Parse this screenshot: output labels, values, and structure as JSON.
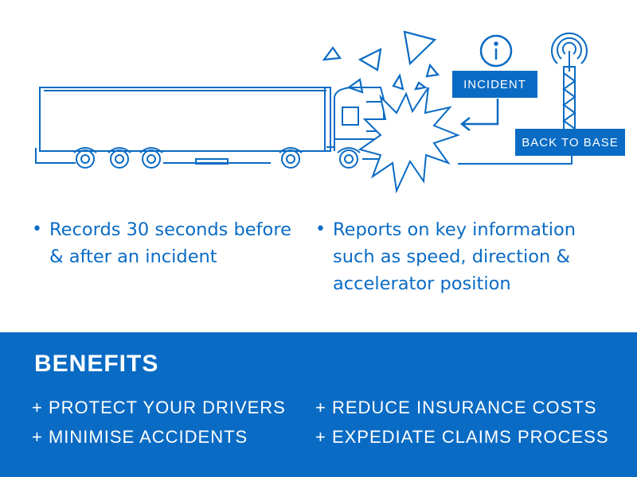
{
  "illustration": {
    "incident_label": "INCIDENT",
    "base_label": "BACK TO BASE",
    "info_icon": "info-icon",
    "tower_icon": "radio-tower-icon",
    "truck_icon": "truck-icon",
    "crash_icon": "crash-burst-icon",
    "accent_color": "#0a6bc4"
  },
  "features": [
    {
      "text": "Records 30 seconds before & after an incident"
    },
    {
      "text": "Reports on key  information such as speed, direction & accelerator position"
    }
  ],
  "benefits": {
    "title": "BENEFITS",
    "items": [
      "+ PROTECT YOUR DRIVERS",
      "+ REDUCE INSURANCE COSTS",
      "+ MINIMISE ACCIDENTS",
      "+ EXPEDIATE CLAIMS PROCESS"
    ]
  }
}
